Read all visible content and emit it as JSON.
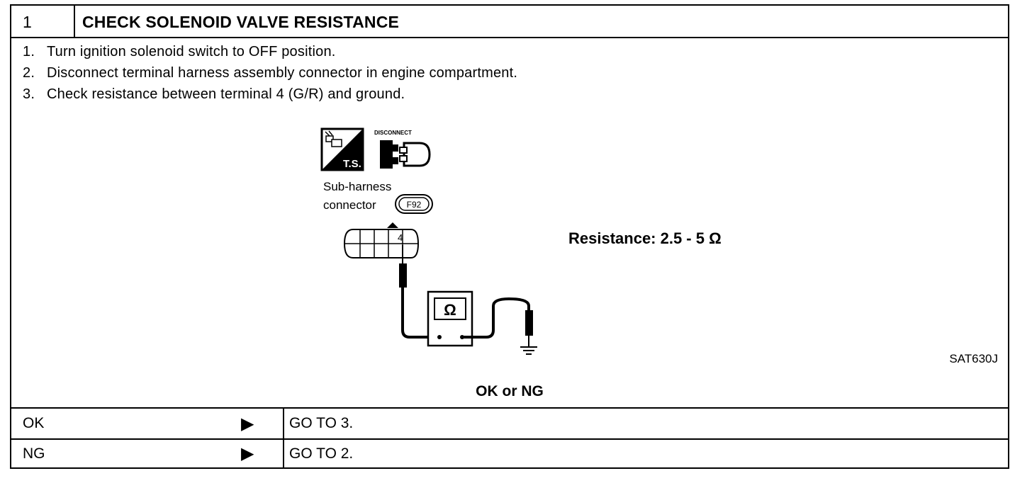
{
  "header": {
    "number": "1",
    "title": "CHECK SOLENOID VALVE RESISTANCE"
  },
  "steps": [
    {
      "num": "1.",
      "text": "Turn ignition solenoid switch to OFF position."
    },
    {
      "num": "2.",
      "text": "Disconnect terminal harness assembly connector in engine compartment."
    },
    {
      "num": "3.",
      "text": "Check resistance between terminal 4 (G/R) and ground."
    }
  ],
  "figure": {
    "ts_label": "T.S.",
    "disconnect_label": "DISCONNECT",
    "connector_line1": "Sub-harness",
    "connector_line2": "connector",
    "connector_code": "F92",
    "terminal_number": "4",
    "meter_symbol": "Ω",
    "resistance": "Resistance: 2.5 - 5 Ω",
    "figure_id": "SAT630J"
  },
  "judgement": "OK or NG",
  "results": [
    {
      "label": "OK",
      "arrow": "▶",
      "dest": "GO TO 3."
    },
    {
      "label": "NG",
      "arrow": "▶",
      "dest": "GO TO 2."
    }
  ],
  "icons": {
    "tool_icon": "tool-ts-icon",
    "disconnect_icon": "disconnect-connector-icon",
    "ohmmeter_icon": "ohmmeter-icon",
    "ground_icon": "ground-icon",
    "arrow_icon": "right-triangle-arrow"
  }
}
